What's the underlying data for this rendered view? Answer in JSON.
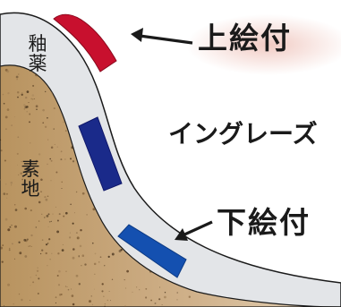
{
  "labels": {
    "overglaze": "上絵付",
    "glaze": "イングレーズ",
    "underglaze": "下絵付",
    "glaze_layer": [
      "釉",
      "薬"
    ],
    "body_layer": [
      "素",
      "地"
    ]
  },
  "colors": {
    "overglaze_mark": "#c8102e",
    "glaze_mark": "#1a2a8a",
    "underglaze_mark": "#1450b0",
    "glaze_layer": "#e3e5e8",
    "body_layer": "#c9ab82",
    "highlight": "#f0c8c0"
  }
}
